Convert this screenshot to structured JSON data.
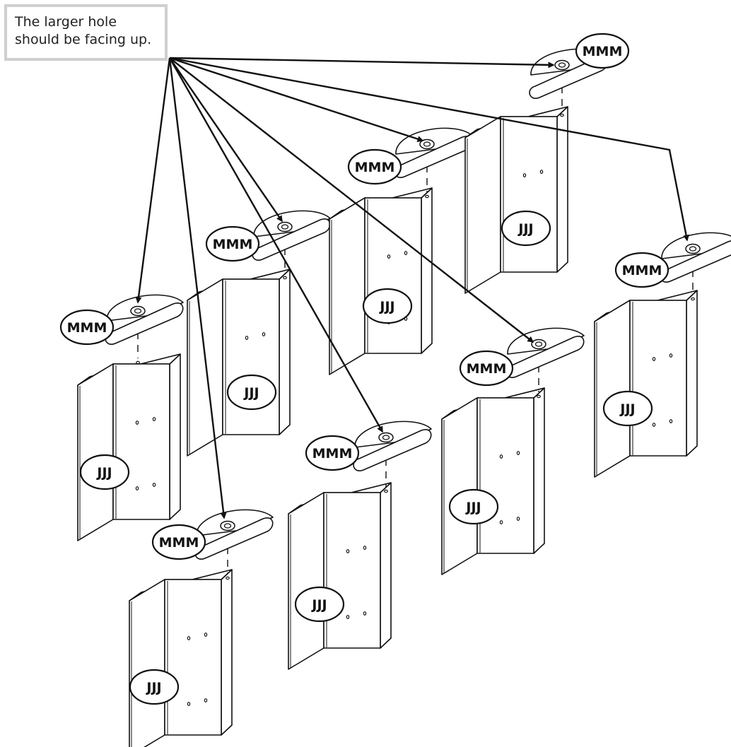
{
  "instruction": {
    "lines": [
      "The larger hole",
      "should be facing up."
    ]
  },
  "labels": {
    "bracket": "MMM",
    "panel": "JJJ"
  },
  "units": [
    {
      "id": "unit-1",
      "bracket": "MMM",
      "panel": "JJJ"
    },
    {
      "id": "unit-2",
      "bracket": "MMM",
      "panel": "JJJ"
    },
    {
      "id": "unit-3",
      "bracket": "MMM",
      "panel": "JJJ"
    },
    {
      "id": "unit-4",
      "bracket": "MMM",
      "panel": "JJJ"
    },
    {
      "id": "unit-5",
      "bracket": "MMM",
      "panel": "JJJ"
    },
    {
      "id": "unit-6",
      "bracket": "MMM",
      "panel": "JJJ"
    },
    {
      "id": "unit-7",
      "bracket": "MMM",
      "panel": "JJJ"
    },
    {
      "id": "unit-8",
      "bracket": "MMM",
      "panel": "JJJ"
    }
  ],
  "colors": {
    "line": "#111111",
    "box_border": "#cfcfcf",
    "background": "#ffffff"
  }
}
